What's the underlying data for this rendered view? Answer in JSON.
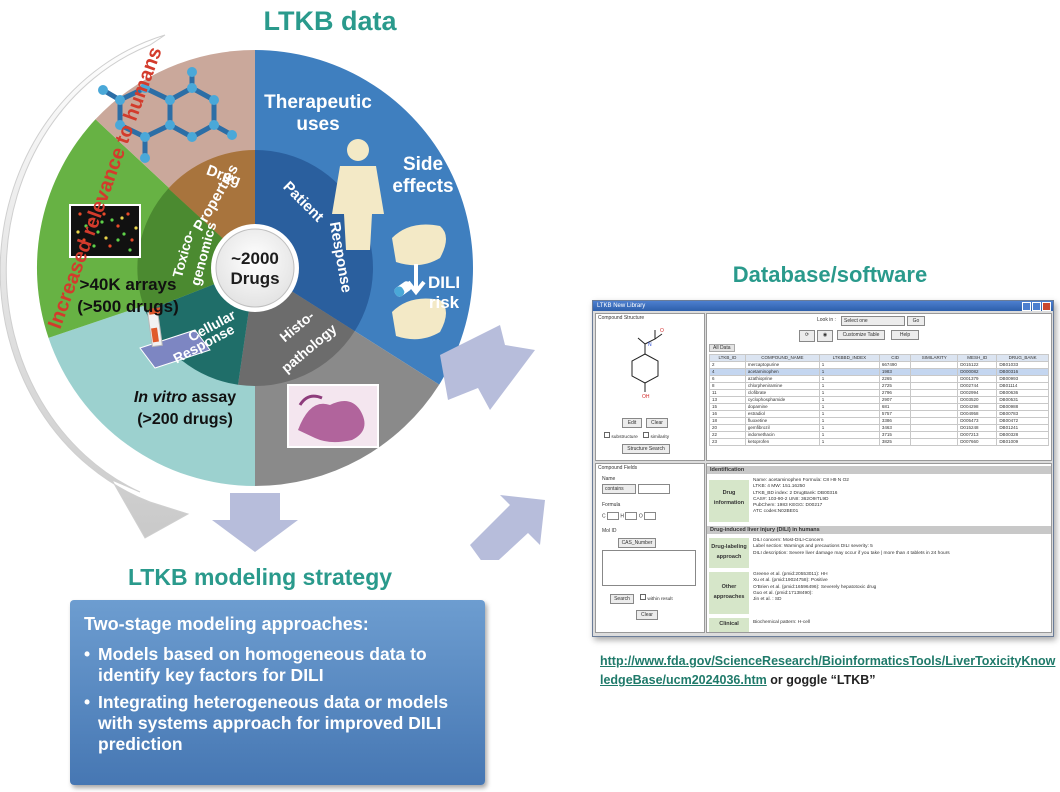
{
  "titles": {
    "ltkb_data": "LTKB data",
    "database_software": "Database/software",
    "modeling_strategy": "LTKB modeling strategy"
  },
  "wheel": {
    "center_line1": "~2000",
    "center_line2": "Drugs",
    "side_arrow_label": "Increased relevance to humans",
    "ring": {
      "drug_properties_1": "Drug",
      "drug_properties_2": "Properties",
      "toxicogenomics_1": "Toxico-",
      "toxicogenomics_2": "genomics",
      "cellular_1": "Cellular",
      "cellular_2": "Response",
      "histo_1": "Histo-",
      "histo_2": "pathology",
      "patient_1": "Patient",
      "patient_2": "Response"
    },
    "outer": {
      "therapeutic_1": "Therapeutic",
      "therapeutic_2": "uses",
      "side_effects_1": "Side",
      "side_effects_2": "effects",
      "dili_1": "DILI",
      "dili_2": "risk",
      "arrays_1": ">40K arrays",
      "arrays_2": "(>500 drugs)",
      "invitro_1a": "In vitro",
      "invitro_1b": " assay",
      "invitro_2": "(>200 drugs)"
    },
    "colors": {
      "drug_properties": "#caa89b",
      "toxicogenomics": "#67b244",
      "cellular": "#9cd1cf",
      "histopathology": "#8a8a8a",
      "patient": "#3f7fbf",
      "ring_brown": "#a8743d",
      "ring_green": "#4b8a30",
      "ring_teal": "#1f6e69",
      "ring_grey": "#6c6c6c",
      "ring_blue": "#2a5f9e"
    }
  },
  "modeling_box": {
    "heading": "Two-stage modeling approaches:",
    "bullet1": "Models based on homogeneous data to identify key factors for DILI",
    "bullet2": "Integrating heterogeneous data or models with systems approach for improved DILI prediction"
  },
  "link": {
    "url_text": "http://www.fda.gov/ScienceResearch/BioinformaticsTools/LiverToxicityKnowledgeBase/ucm2024036.htm",
    "suffix": " or goggle “LTKB”"
  },
  "app": {
    "window_title": "LTKB New Library",
    "compound_structure": "Compound Structure",
    "look_in": "Look in :",
    "select_one": "Select one",
    "go": "Go",
    "customize": "Customize Table",
    "help": "Help",
    "all_data": "All Data",
    "edit": "Edit",
    "clear": "Clear",
    "substructure": "substructure",
    "similarity": "similarity",
    "structure_search": "Structure Search",
    "compound_fields": "Compound Fields",
    "name": "Name",
    "contains": "contains",
    "formula": "Formula",
    "c": "C",
    "h": "H",
    "o": "O",
    "mol_id": "Mol ID",
    "cas_number": "CAS_Number",
    "search": "Search",
    "within_result": "within result",
    "clear2": "Clear",
    "columns": [
      "LTKB_ID",
      "COMPOUND_NAME",
      "LTKBBD_INDEX",
      "CID",
      "SIMILARITY",
      "MESH_ID",
      "DRUG_BANK"
    ],
    "rows": [
      [
        "2",
        "mercaptopurine",
        "1",
        "667490",
        "",
        "D015122",
        "DB01033"
      ],
      [
        "4",
        "acetaminophen",
        "1",
        "1983",
        "",
        "D000082",
        "DB00316"
      ],
      [
        "6",
        "azathioprine",
        "1",
        "2265",
        "",
        "D001379",
        "DB00993"
      ],
      [
        "8",
        "chlorpheniramine",
        "1",
        "2725",
        "",
        "D002744",
        "DB01114"
      ],
      [
        "11",
        "clofibrate",
        "1",
        "2796",
        "",
        "D002994",
        "DB00636"
      ],
      [
        "13",
        "cyclophosphamide",
        "1",
        "2907",
        "",
        "D003520",
        "DB00531"
      ],
      [
        "15",
        "dopamine",
        "1",
        "681",
        "",
        "D004298",
        "DB00988"
      ],
      [
        "16",
        "estradiol",
        "1",
        "5757",
        "",
        "D004958",
        "DB00783"
      ],
      [
        "18",
        "fluoxetine",
        "1",
        "3386",
        "",
        "D005473",
        "DB00472"
      ],
      [
        "20",
        "gemfibrozil",
        "1",
        "3463",
        "",
        "D015248",
        "DB01241"
      ],
      [
        "22",
        "indomethacin",
        "1",
        "3715",
        "",
        "D007213",
        "DB00328"
      ],
      [
        "23",
        "ketoprofen",
        "1",
        "3825",
        "",
        "D007660",
        "DB01009"
      ]
    ],
    "identification": "Identification",
    "drug_information": "Drug information",
    "drug_info_lines": [
      "Name: acetaminophen          Formula: C8 H9 N O2",
      "LTKB: 4                                MW: 151.16250",
      "LTKB_BD index: 2                  DrugBank: DB00316",
      "CAS#: 103-90-2                      UNII: 362O9ITL9D",
      "PubChem: 1983                      KEGG: D00217",
      "ATC codes:N02BE01"
    ],
    "dili_section": "Drug-induced liver injury (DILI) in humans",
    "drug_labeling": "Drug-labeling approach",
    "labeling_lines": [
      "DILI concern: Most-DILI-Concern",
      "Label section: Warnings and precautions                                          DILI severity: 5",
      "DILI description: Severe liver damage may occur if you take | more than 4 tablets in 24 hours"
    ],
    "other_approaches": "Other approaches",
    "other_lines": [
      "Greene et al. (pmid:20553011): HH",
      "Xu et al. (pmid:19024758): Positive",
      "O'Brien et al. (pmid:16596496): Severely hepatotoxic drug",
      "Guo et al. (pmid:17138490):",
      "Jin et al. : SD"
    ],
    "clinical": "Clinical",
    "clinical_line": "Biochemical pattern: H-cell"
  }
}
